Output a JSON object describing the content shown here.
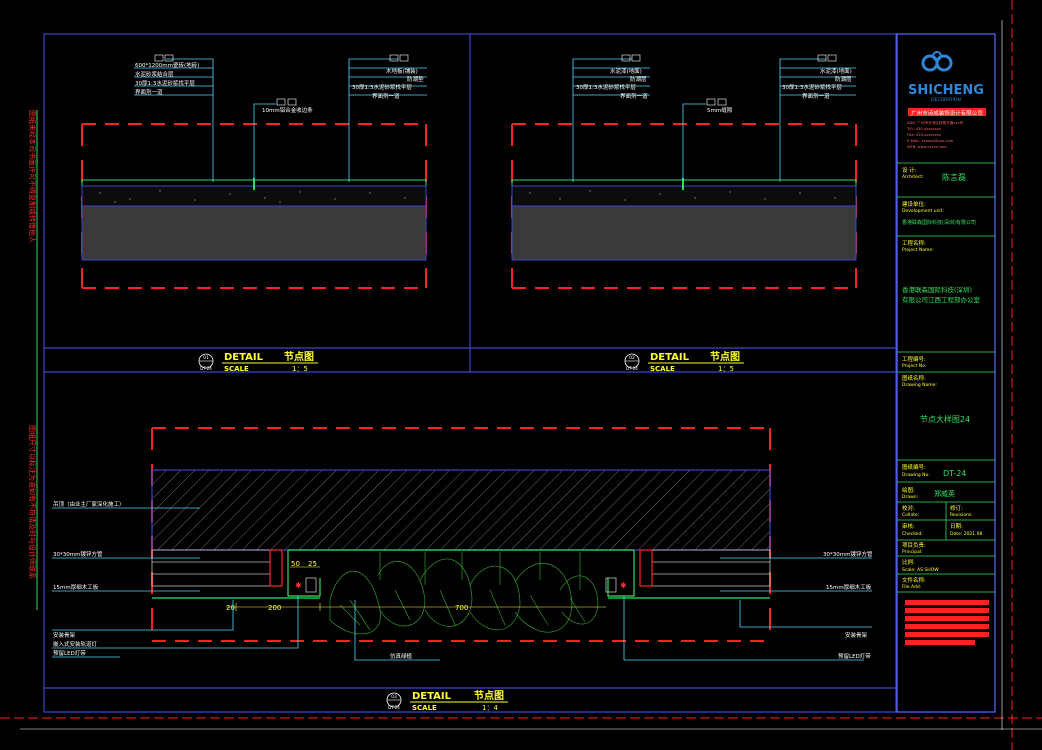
{
  "colors": {
    "background": "#000000",
    "frame": "#3a48c8",
    "frame_light": "#5a6cff",
    "red_dash": "#ff2020",
    "cyan_leader": "#4fd6ff",
    "green": "#30e060",
    "yellow": "#ffff30",
    "white": "#ffffff",
    "slab_fill": "#3a3a3a",
    "brand_blue": "#2f86d8",
    "title_red": "#ff3030"
  },
  "left_margin_notes": {
    "note_top": "图纸未经本司书面许可不得复制或转借他人",
    "note_bottom": "图纸尺寸以标注为准如有不符请及时与设计师联系"
  },
  "detail_top_left": {
    "callouts": [
      {
        "text": "600*1200mm瓷砖(地砖)"
      },
      {
        "text": "水泥砂浆结合层"
      },
      {
        "text": "30厚1:3水泥砂浆找平层"
      },
      {
        "text": "界面剂一道"
      }
    ],
    "callouts_right": [
      {
        "text": "木地板(铺装)"
      },
      {
        "text": "防潮垫"
      },
      {
        "text": "30厚1:3水泥砂浆找平层"
      },
      {
        "text": "界面剂一道"
      }
    ],
    "mid_callout": "10mm铝合金收边条",
    "title_word": "DETAIL",
    "title_cn": "节点图",
    "scale_word": "SCALE",
    "scale_value": "1：5",
    "bubble_top": "01",
    "bubble_bottom": "DT-24"
  },
  "detail_top_right": {
    "callouts": [
      {
        "text": "水泥漆(地面)"
      },
      {
        "text": "防潮层"
      },
      {
        "text": "30厚1:3水泥砂浆找平层"
      },
      {
        "text": "界面剂一道"
      }
    ],
    "callouts_right": [
      {
        "text": "水泥漆(地面)"
      },
      {
        "text": "防潮层"
      },
      {
        "text": "30厚1:3水泥砂浆找平层"
      },
      {
        "text": "界面剂一道"
      }
    ],
    "mid_callout": "5mm缝隙",
    "title_word": "DETAIL",
    "title_cn": "节点图",
    "scale_word": "SCALE",
    "scale_value": "1：5",
    "bubble_top": "02",
    "bubble_bottom": "DT-24"
  },
  "detail_bottom": {
    "left_callouts": [
      {
        "text": "吊顶（由业主厂家深化施工）"
      },
      {
        "text": "30*30mm镀锌方管"
      },
      {
        "text": "15mm厚细木工板"
      },
      {
        "text": "安装骨架"
      },
      {
        "text": "嵌入式安装轨道灯"
      },
      {
        "text": "预留LED灯带"
      }
    ],
    "right_callouts": [
      {
        "text": "30*30mm镀锌方管"
      },
      {
        "text": "15mm厚细木工板"
      },
      {
        "text": "安装骨架"
      },
      {
        "text": "预留LED灯带"
      }
    ],
    "bottom_callout": "仿真绿植",
    "dims": {
      "d50": "50",
      "d25": "25",
      "d20": "20",
      "d200": "200",
      "d700": "700"
    },
    "title_word": "DETAIL",
    "title_cn": "节点图",
    "scale_word": "SCALE",
    "scale_value": "1：4",
    "bubble_top": "03",
    "bubble_bottom": "DT-24"
  },
  "title_block": {
    "brand": "SHICHENG",
    "brand_sub": "DECORATION",
    "company_line": "广州市诗成装饰设计有限公司",
    "company_info": [
      "ADD: 广州市天河区体育东路xxx号",
      "TEL: 020-xxxxxxxx",
      "FAX: 020-xxxxxxxx",
      "E-MAIL: xxxxxx@xxx.com",
      "WEB: www.xxxxx.com"
    ],
    "designer_label": "设 计:",
    "designer_label_en": "Architect:",
    "designer_name": "陈言磊",
    "client_label": "建设单位:",
    "client_label_en": "Development unit:",
    "client_name": "香港联森国际科技(深圳)有限公司",
    "project_label": "工程名称:",
    "project_label_en": "Project Name:",
    "project_name_line1": "香港联森国际科技(深圳)",
    "project_name_line2": "有限公司江西工程部办公室",
    "project_no_label": "工程编号:",
    "project_no_label_en": "Project No:",
    "drawing_name_label": "图纸名称:",
    "drawing_name_label_en": "Drawing Name:",
    "drawing_name": "节点大样图24",
    "drawing_no_label": "图纸编号:",
    "drawing_no_label_en": "Drawing No:",
    "drawing_no": "DT-24",
    "drawn_label": "绘图:",
    "drawn_label_en": "Drawn:",
    "drawn_name": "郑威英",
    "collate_label": "校对:",
    "collate_label_en": "Collate:",
    "revision_label": "修订:",
    "revision_label_en": "Revisions:",
    "check_label": "审核:",
    "check_label_en": "Checked:",
    "date_label": "日期:",
    "date_value": "Date: 2021.08",
    "principal_label": "项目负责:",
    "principal_label_en": "Principal:",
    "scale_label": "比例:",
    "scale_value": "Scale:  AS SHOW",
    "file_label": "文件名称:",
    "file_label_en": "File Add:"
  }
}
